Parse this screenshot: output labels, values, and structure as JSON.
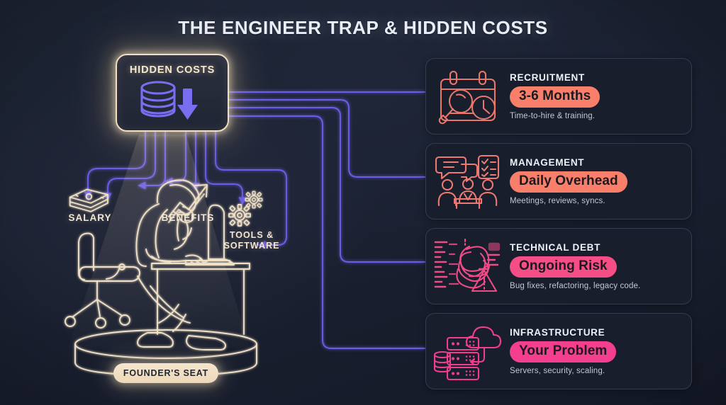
{
  "page": {
    "title": "THE ENGINEER TRAP & HIDDEN COSTS",
    "background_color": "#1b2232"
  },
  "hidden_costs_node": {
    "label": "HIDDEN COSTS",
    "icon": "coin-stack-down-arrow-icon",
    "border_color": "#f2dfc2",
    "icon_color": "#7a6ef0"
  },
  "illustration": {
    "scene": "founder-at-desk-line-art",
    "labels": [
      {
        "text": "SALARY",
        "icon": "money-stack-icon"
      },
      {
        "text": "BENEFITS",
        "icon": "growth-arrow-icon"
      },
      {
        "text": "TOOLS &\nSOFTWARE",
        "line1": "TOOLS &",
        "line2": "SOFTWARE",
        "icon": "gears-icon"
      }
    ],
    "pedestal_label": "FOUNDER'S SEAT",
    "line_color": "#efe0c6",
    "connector_color": "#6c5ce7"
  },
  "cards": [
    {
      "title": "RECRUITMENT",
      "badge": "3-6 Months",
      "badge_color": "#fa7f6b",
      "desc": "Time-to-hire & training.",
      "icon": "calendar-magnifier-clock-icon",
      "icon_color": "#e8776a"
    },
    {
      "title": "MANAGEMENT",
      "badge": "Daily Overhead",
      "badge_color": "#fa7f6b",
      "desc": "Meetings, reviews, syncs.",
      "icon": "meeting-people-chat-checklist-icon",
      "icon_color": "#ec7a72"
    },
    {
      "title": "TECHNICAL DEBT",
      "badge": "Ongoing Risk",
      "badge_color": "#f54e86",
      "desc": "Bug fixes, refactoring, legacy code.",
      "icon": "tangled-knot-warning-icon",
      "icon_color": "#ef4b86"
    },
    {
      "title": "INFRASTRUCTURE",
      "badge": "Your Problem",
      "badge_color": "#f33f8e",
      "desc": "Servers, security, scaling.",
      "icon": "server-rack-cloud-database-icon",
      "icon_color": "#f23d8e"
    }
  ]
}
